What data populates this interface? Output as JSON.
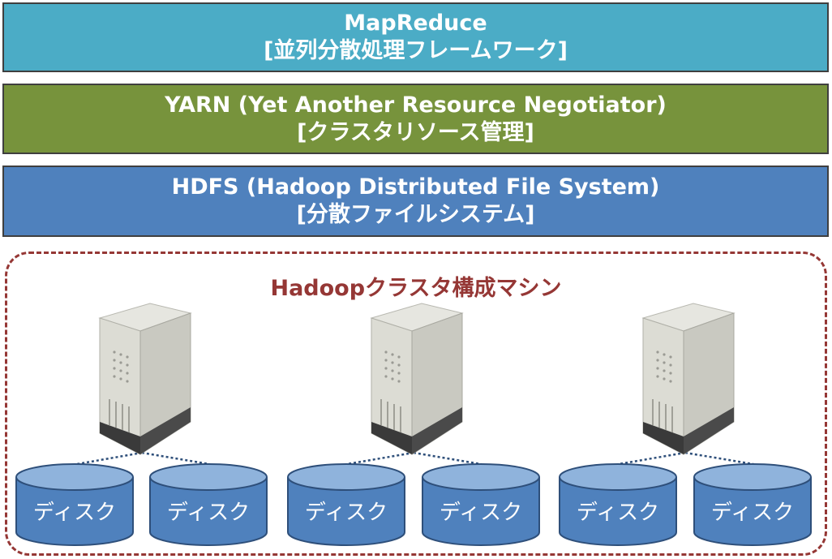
{
  "layers": {
    "mapreduce": {
      "line1": "MapReduce",
      "line2": "[並列分散処理フレームワーク]"
    },
    "yarn": {
      "line1": "YARN (Yet Another Resource Negotiator)",
      "line2": "[クラスタリソース管理]"
    },
    "hdfs": {
      "line1": "HDFS (Hadoop Distributed File System)",
      "line2": "[分散ファイルシステム]"
    }
  },
  "cluster": {
    "title": "Hadoopクラスタ構成マシン",
    "machines": [
      {
        "disks": [
          "ディスク",
          "ディスク"
        ]
      },
      {
        "disks": [
          "ディスク",
          "ディスク"
        ]
      },
      {
        "disks": [
          "ディスク",
          "ディスク"
        ]
      }
    ]
  },
  "colors": {
    "mapreduce": "#4bacc6",
    "yarn": "#77933c",
    "hdfs": "#4f81bd",
    "cluster_border": "#953735",
    "disk": "#4f81bd"
  }
}
